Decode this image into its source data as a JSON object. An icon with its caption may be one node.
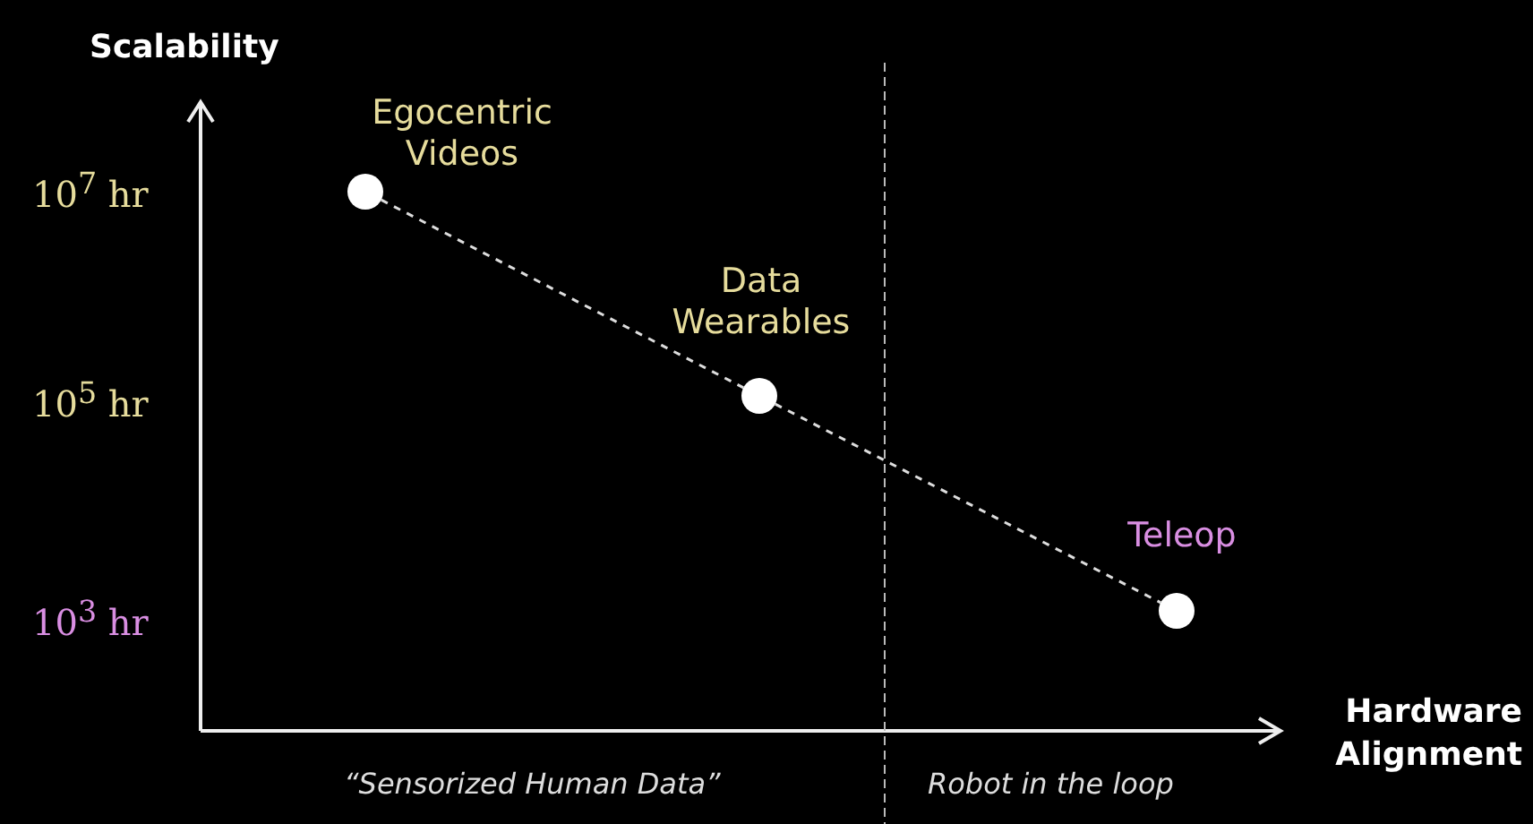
{
  "diagram": {
    "nodes": [
      {
        "text": [],
        "shape": "circle",
        "beside": [
          "Egocentric Videos"
        ]
      },
      {
        "text": [],
        "shape": "circle",
        "beside": [
          "Data Wearables"
        ]
      },
      {
        "text": [],
        "shape": "circle",
        "beside": [
          "Teleop"
        ]
      }
    ],
    "edges": [
      {
        "from": 0,
        "to": 1,
        "arrow": "none",
        "style": "dashed"
      },
      {
        "from": 1,
        "to": 2,
        "arrow": "none",
        "style": "dashed"
      }
    ],
    "labels": [
      "Scalability",
      "10$^{7}$ hr",
      "10$^{5}$ hr",
      "10$^{3}$ hr",
      "Hardware Alignment",
      "“Sensorized Human Data”",
      "Robot in the loop"
    ]
  }
}
